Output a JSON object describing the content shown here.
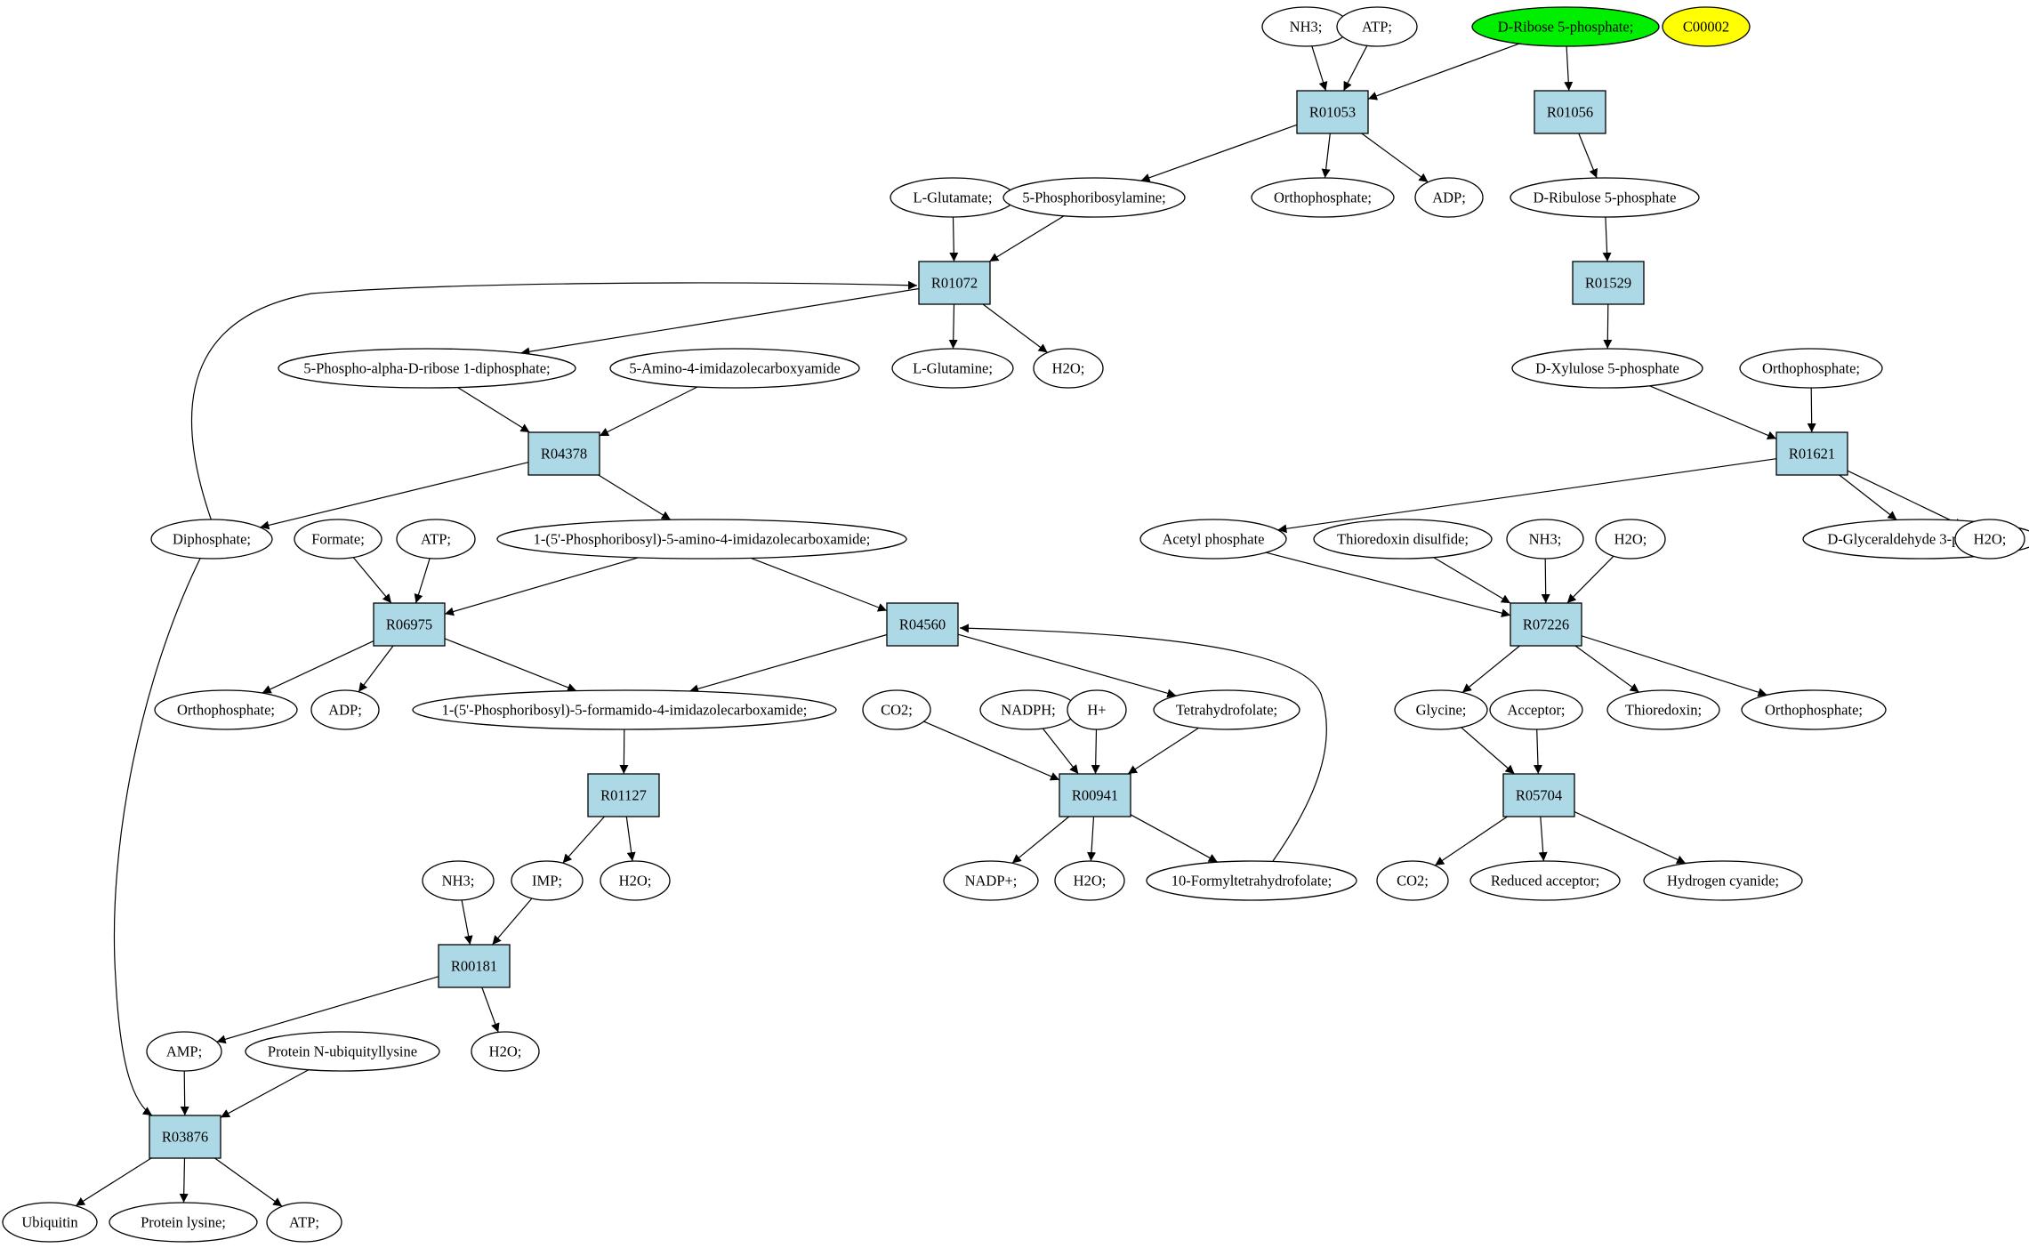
{
  "colors": {
    "reaction_fill": "#add8e6",
    "compound_fill": "#ffffff",
    "highlight_green": "#00ee00",
    "highlight_yellow": "#ffff00",
    "stroke": "#000000"
  },
  "nodes": [
    {
      "id": "n_nh3_top",
      "label": "NH3;",
      "type": "compound"
    },
    {
      "id": "n_atp_top",
      "label": "ATP;",
      "type": "compound"
    },
    {
      "id": "n_r5p",
      "label": "D-Ribose 5-phosphate;",
      "type": "compound",
      "fill": "highlight_green"
    },
    {
      "id": "n_c00002",
      "label": "C00002",
      "type": "compound",
      "fill": "highlight_yellow"
    },
    {
      "id": "R01053",
      "label": "R01053",
      "type": "reaction"
    },
    {
      "id": "R01056",
      "label": "R01056",
      "type": "reaction"
    },
    {
      "id": "n_lglu",
      "label": "L-Glutamate;",
      "type": "compound"
    },
    {
      "id": "n_5pra",
      "label": "5-Phosphoribosylamine;",
      "type": "compound"
    },
    {
      "id": "n_orth1",
      "label": "Orthophosphate;",
      "type": "compound"
    },
    {
      "id": "n_adp1",
      "label": "ADP;",
      "type": "compound"
    },
    {
      "id": "n_ru5p",
      "label": "D-Ribulose 5-phosphate",
      "type": "compound"
    },
    {
      "id": "R01072",
      "label": "R01072",
      "type": "reaction"
    },
    {
      "id": "R01529",
      "label": "R01529",
      "type": "reaction"
    },
    {
      "id": "n_prpp",
      "label": "5-Phospho-alpha-D-ribose 1-diphosphate;",
      "type": "compound"
    },
    {
      "id": "n_aica",
      "label": "5-Amino-4-imidazolecarboxyamide",
      "type": "compound"
    },
    {
      "id": "n_lgln",
      "label": "L-Glutamine;",
      "type": "compound"
    },
    {
      "id": "n_h2o1",
      "label": "H2O;",
      "type": "compound"
    },
    {
      "id": "n_xu5p",
      "label": "D-Xylulose 5-phosphate",
      "type": "compound"
    },
    {
      "id": "n_orth2",
      "label": "Orthophosphate;",
      "type": "compound"
    },
    {
      "id": "R04378",
      "label": "R04378",
      "type": "reaction"
    },
    {
      "id": "R01621",
      "label": "R01621",
      "type": "reaction"
    },
    {
      "id": "n_dip",
      "label": "Diphosphate;",
      "type": "compound"
    },
    {
      "id": "n_formate",
      "label": "Formate;",
      "type": "compound"
    },
    {
      "id": "n_atp2",
      "label": "ATP;",
      "type": "compound"
    },
    {
      "id": "n_aicar",
      "label": "1-(5'-Phosphoribosyl)-5-amino-4-imidazolecarboxamide;",
      "type": "compound"
    },
    {
      "id": "n_acp",
      "label": "Acetyl phosphate",
      "type": "compound"
    },
    {
      "id": "n_thds",
      "label": "Thioredoxin disulfide;",
      "type": "compound"
    },
    {
      "id": "n_nh3_2",
      "label": "NH3;",
      "type": "compound"
    },
    {
      "id": "n_h2o_2",
      "label": "H2O;",
      "type": "compound"
    },
    {
      "id": "n_g3p",
      "label": "D-Glyceraldehyde 3-phosphate;",
      "type": "compound"
    },
    {
      "id": "n_h2o_3",
      "label": "H2O;",
      "type": "compound"
    },
    {
      "id": "R06975",
      "label": "R06975",
      "type": "reaction"
    },
    {
      "id": "R04560",
      "label": "R04560",
      "type": "reaction"
    },
    {
      "id": "R07226",
      "label": "R07226",
      "type": "reaction"
    },
    {
      "id": "n_orth3",
      "label": "Orthophosphate;",
      "type": "compound"
    },
    {
      "id": "n_adp2",
      "label": "ADP;",
      "type": "compound"
    },
    {
      "id": "n_faicar",
      "label": "1-(5'-Phosphoribosyl)-5-formamido-4-imidazolecarboxamide;",
      "type": "compound"
    },
    {
      "id": "n_co2_1",
      "label": "CO2;",
      "type": "compound"
    },
    {
      "id": "n_nadph",
      "label": "NADPH;",
      "type": "compound"
    },
    {
      "id": "n_hplus",
      "label": "H+",
      "type": "compound"
    },
    {
      "id": "n_thf",
      "label": "Tetrahydrofolate;",
      "type": "compound"
    },
    {
      "id": "n_gly",
      "label": "Glycine;",
      "type": "compound"
    },
    {
      "id": "n_acceptor",
      "label": "Acceptor;",
      "type": "compound"
    },
    {
      "id": "n_thio",
      "label": "Thioredoxin;",
      "type": "compound"
    },
    {
      "id": "n_orth4",
      "label": "Orthophosphate;",
      "type": "compound"
    },
    {
      "id": "R01127",
      "label": "R01127",
      "type": "reaction"
    },
    {
      "id": "R00941",
      "label": "R00941",
      "type": "reaction"
    },
    {
      "id": "R05704",
      "label": "R05704",
      "type": "reaction"
    },
    {
      "id": "n_nh3_3",
      "label": "NH3;",
      "type": "compound"
    },
    {
      "id": "n_imp",
      "label": "IMP;",
      "type": "compound"
    },
    {
      "id": "n_h2o_4",
      "label": "H2O;",
      "type": "compound"
    },
    {
      "id": "n_nadp",
      "label": "NADP+;",
      "type": "compound"
    },
    {
      "id": "n_h2o_5",
      "label": "H2O;",
      "type": "compound"
    },
    {
      "id": "n_10fthf",
      "label": "10-Formyltetrahydrofolate;",
      "type": "compound"
    },
    {
      "id": "n_co2_2",
      "label": "CO2;",
      "type": "compound"
    },
    {
      "id": "n_redacc",
      "label": "Reduced acceptor;",
      "type": "compound"
    },
    {
      "id": "n_hcn",
      "label": "Hydrogen cyanide;",
      "type": "compound"
    },
    {
      "id": "R00181",
      "label": "R00181",
      "type": "reaction"
    },
    {
      "id": "n_amp",
      "label": "AMP;",
      "type": "compound"
    },
    {
      "id": "n_pnub",
      "label": "Protein N-ubiquityllysine",
      "type": "compound"
    },
    {
      "id": "n_h2o_6",
      "label": "H2O;",
      "type": "compound"
    },
    {
      "id": "R03876",
      "label": "R03876",
      "type": "reaction"
    },
    {
      "id": "n_ubq",
      "label": "Ubiquitin",
      "type": "compound"
    },
    {
      "id": "n_plys",
      "label": "Protein lysine;",
      "type": "compound"
    },
    {
      "id": "n_atp3",
      "label": "ATP;",
      "type": "compound"
    }
  ],
  "edges": [
    [
      "n_nh3_top",
      "R01053"
    ],
    [
      "n_atp_top",
      "R01053"
    ],
    [
      "n_r5p",
      "R01053"
    ],
    [
      "n_r5p",
      "R01056"
    ],
    [
      "R01053",
      "n_5pra"
    ],
    [
      "R01053",
      "n_orth1"
    ],
    [
      "R01053",
      "n_adp1"
    ],
    [
      "R01056",
      "n_ru5p"
    ],
    [
      "n_ru5p",
      "R01529"
    ],
    [
      "R01529",
      "n_xu5p"
    ],
    [
      "n_lglu",
      "R01072"
    ],
    [
      "n_5pra",
      "R01072"
    ],
    [
      "n_dip",
      "R01072"
    ],
    [
      "R01072",
      "n_prpp"
    ],
    [
      "R01072",
      "n_lgln"
    ],
    [
      "R01072",
      "n_h2o1"
    ],
    [
      "n_prpp",
      "R04378"
    ],
    [
      "n_aica",
      "R04378"
    ],
    [
      "R04378",
      "n_dip"
    ],
    [
      "R04378",
      "n_aicar"
    ],
    [
      "n_xu5p",
      "R01621"
    ],
    [
      "n_orth2",
      "R01621"
    ],
    [
      "R01621",
      "n_acp"
    ],
    [
      "R01621",
      "n_g3p"
    ],
    [
      "R01621",
      "n_h2o_3"
    ],
    [
      "n_formate",
      "R06975"
    ],
    [
      "n_atp2",
      "R06975"
    ],
    [
      "n_aicar",
      "R06975"
    ],
    [
      "n_aicar",
      "R04560"
    ],
    [
      "R06975",
      "n_orth3"
    ],
    [
      "R06975",
      "n_adp2"
    ],
    [
      "R06975",
      "n_faicar"
    ],
    [
      "R04560",
      "n_faicar"
    ],
    [
      "R04560",
      "n_thf"
    ],
    [
      "n_10fthf",
      "R04560"
    ],
    [
      "n_acp",
      "R07226"
    ],
    [
      "n_thds",
      "R07226"
    ],
    [
      "n_nh3_2",
      "R07226"
    ],
    [
      "n_h2o_2",
      "R07226"
    ],
    [
      "R07226",
      "n_gly"
    ],
    [
      "R07226",
      "n_thio"
    ],
    [
      "R07226",
      "n_orth4"
    ],
    [
      "n_faicar",
      "R01127"
    ],
    [
      "R01127",
      "n_imp"
    ],
    [
      "R01127",
      "n_h2o_4"
    ],
    [
      "n_co2_1",
      "R00941"
    ],
    [
      "n_nadph",
      "R00941"
    ],
    [
      "n_hplus",
      "R00941"
    ],
    [
      "n_thf",
      "R00941"
    ],
    [
      "R00941",
      "n_nadp"
    ],
    [
      "R00941",
      "n_h2o_5"
    ],
    [
      "R00941",
      "n_10fthf"
    ],
    [
      "n_gly",
      "R05704"
    ],
    [
      "n_acceptor",
      "R05704"
    ],
    [
      "R05704",
      "n_co2_2"
    ],
    [
      "R05704",
      "n_redacc"
    ],
    [
      "R05704",
      "n_hcn"
    ],
    [
      "n_nh3_3",
      "R00181"
    ],
    [
      "n_imp",
      "R00181"
    ],
    [
      "R00181",
      "n_amp"
    ],
    [
      "R00181",
      "n_h2o_6"
    ],
    [
      "n_amp",
      "R03876"
    ],
    [
      "n_pnub",
      "R03876"
    ],
    [
      "n_dip",
      "R03876"
    ],
    [
      "R03876",
      "n_ubq"
    ],
    [
      "R03876",
      "n_plys"
    ],
    [
      "R03876",
      "n_atp3"
    ]
  ]
}
